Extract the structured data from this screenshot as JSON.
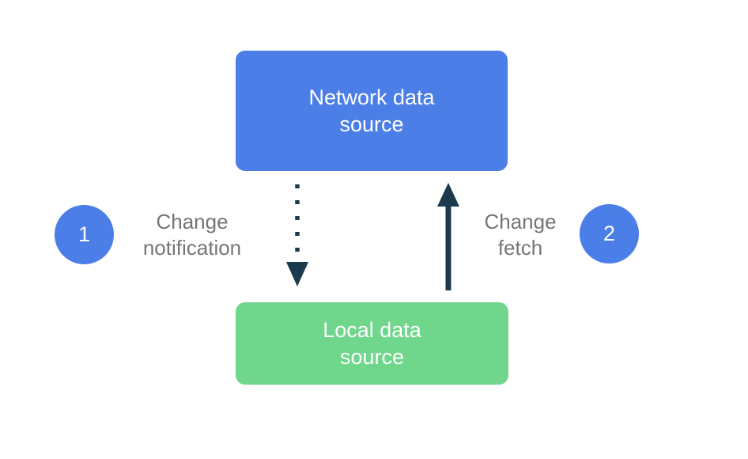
{
  "colors": {
    "background": "#ffffff",
    "node_blue": "#4c7ee7",
    "node_green": "#6fd68c",
    "arrow": "#1c3a4d",
    "label_gray": "#757575",
    "node_text": "#ffffff"
  },
  "nodes": {
    "network": {
      "label": "Network data\nsource"
    },
    "local": {
      "label": "Local data\nsource"
    }
  },
  "steps": [
    {
      "number": "1",
      "label": "Change\nnotification"
    },
    {
      "number": "2",
      "label": "Change\nfetch"
    }
  ],
  "arrows": [
    {
      "name": "change-notification",
      "from": "network",
      "to": "local",
      "style": "dotted",
      "direction": "down"
    },
    {
      "name": "change-fetch",
      "from": "local",
      "to": "network",
      "style": "solid",
      "direction": "up"
    }
  ]
}
